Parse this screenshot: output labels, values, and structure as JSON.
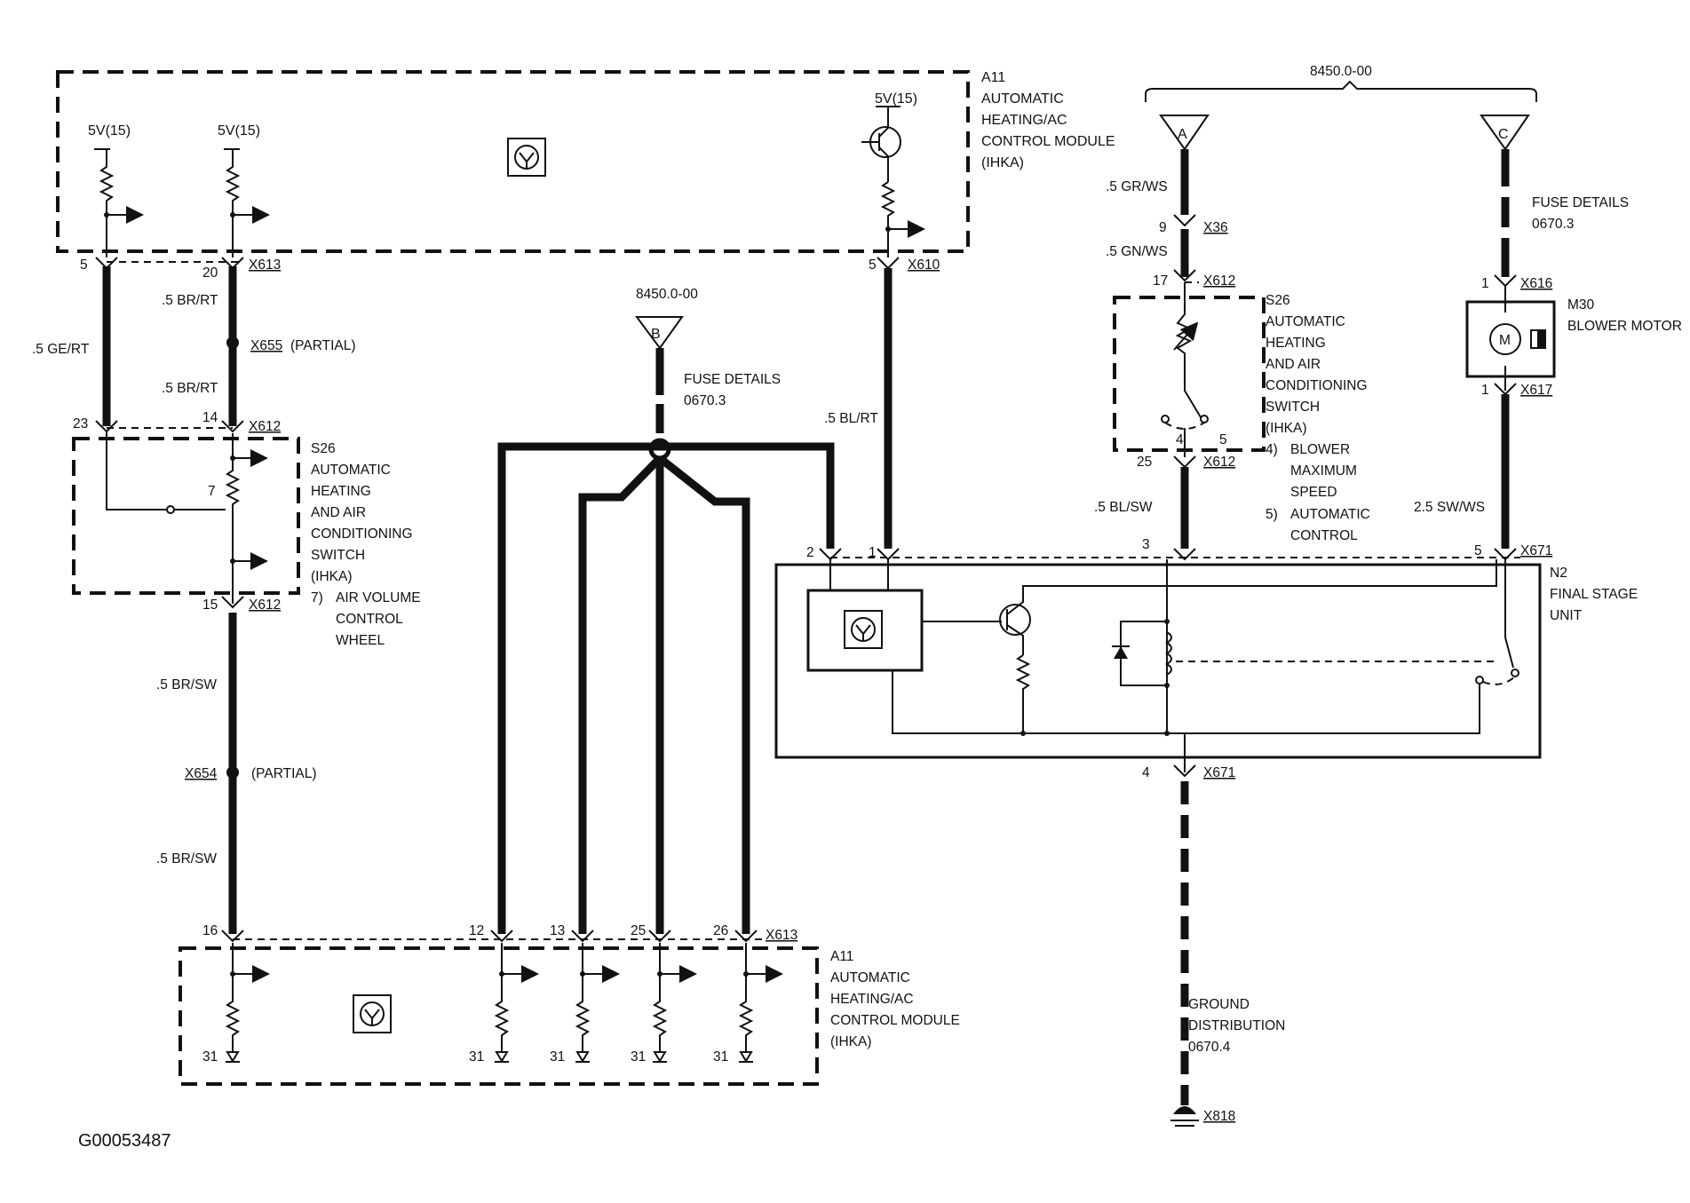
{
  "figure_id": "G00053487",
  "refs": {
    "top": "8450.0-00",
    "b": "8450.0-00"
  },
  "connectors": {
    "a": "A",
    "b": "B",
    "c": "C"
  },
  "top_module": {
    "name": "A11",
    "lines": [
      "AUTOMATIC",
      "HEATING/AC",
      "CONTROL MODULE",
      "(IHKA)"
    ],
    "v1": "5V(15)",
    "v2": "5V(15)",
    "v3": "5V(15)"
  },
  "bottom_module": {
    "name": "A11",
    "lines": [
      "AUTOMATIC",
      "HEATING/AC",
      "CONTROL MODULE",
      "(IHKA)"
    ]
  },
  "left_switch": {
    "name": "S26",
    "lines": [
      "AUTOMATIC",
      "HEATING",
      "AND AIR",
      "CONDITIONING",
      "SWITCH",
      "(IHKA)"
    ],
    "note_num": "7)",
    "note_lines": [
      "AIR VOLUME",
      "CONTROL",
      "WHEEL"
    ]
  },
  "right_switch": {
    "name": "S26",
    "lines": [
      "AUTOMATIC",
      "HEATING",
      "AND AIR",
      "CONDITIONING",
      "SWITCH",
      "(IHKA)"
    ],
    "note4_num": "4)",
    "note4_lines": [
      "BLOWER",
      "MAXIMUM",
      "SPEED"
    ],
    "note5_num": "5)",
    "note5_lines": [
      "AUTOMATIC",
      "CONTROL"
    ]
  },
  "final_stage": {
    "name": "N2",
    "lines": [
      "FINAL STAGE",
      "UNIT"
    ]
  },
  "blower": {
    "name": "M30",
    "line": "BLOWER MOTOR",
    "symbol": "M"
  },
  "fuse_b": {
    "line1": "FUSE DETAILS",
    "line2": "0670.3"
  },
  "fuse_c": {
    "line1": "FUSE DETAILS",
    "line2": "0670.3"
  },
  "ground": {
    "lines": [
      "GROUND",
      "DISTRIBUTION",
      "0670.4"
    ],
    "connector": "X818"
  },
  "wires": {
    "ge_rt": ".5 GE/RT",
    "br_rt_1": ".5 BR/RT",
    "br_rt_2": ".5 BR/RT",
    "br_sw_1": ".5 BR/SW",
    "br_sw_2": ".5 BR/SW",
    "bl_rt": ".5 BL/RT",
    "gr_ws": ".5 GR/WS",
    "gn_ws": ".5 GN/WS",
    "bl_sw": ".5 BL/SW",
    "sw_ws": "2.5 SW/WS"
  },
  "connector_labels": {
    "x613_top": "X613",
    "x655": "X655",
    "x655_note": "(PARTIAL)",
    "x612_left_top": "X612",
    "x612_left_bot": "X612",
    "x654": "X654",
    "x654_note": "(PARTIAL)",
    "x613_bot": "X613",
    "x610": "X610",
    "x36": "X36",
    "x612_r1": "X612",
    "x612_r2": "X612",
    "x616": "X616",
    "x617": "X617",
    "x671_top": "X671",
    "x671_bot": "X671"
  },
  "pins": {
    "p5_left": "5",
    "p20": "20",
    "p23": "23",
    "p14": "14",
    "p7": "7",
    "p15": "15",
    "p16": "16",
    "p12": "12",
    "p13": "13",
    "p25_bot": "25",
    "p26": "26",
    "p31a": "31",
    "p31b": "31",
    "p31c": "31",
    "p31d": "31",
    "p31e": "31",
    "p5_x610": "5",
    "p2": "2",
    "p1": "1",
    "p9": "9",
    "p17": "17",
    "p4_sw": "4",
    "p5_sw": "5",
    "p25_r": "25",
    "p3": "3",
    "p1_x616": "1",
    "p1_x617": "1",
    "p5_x671": "5",
    "p4_x671": "4"
  }
}
